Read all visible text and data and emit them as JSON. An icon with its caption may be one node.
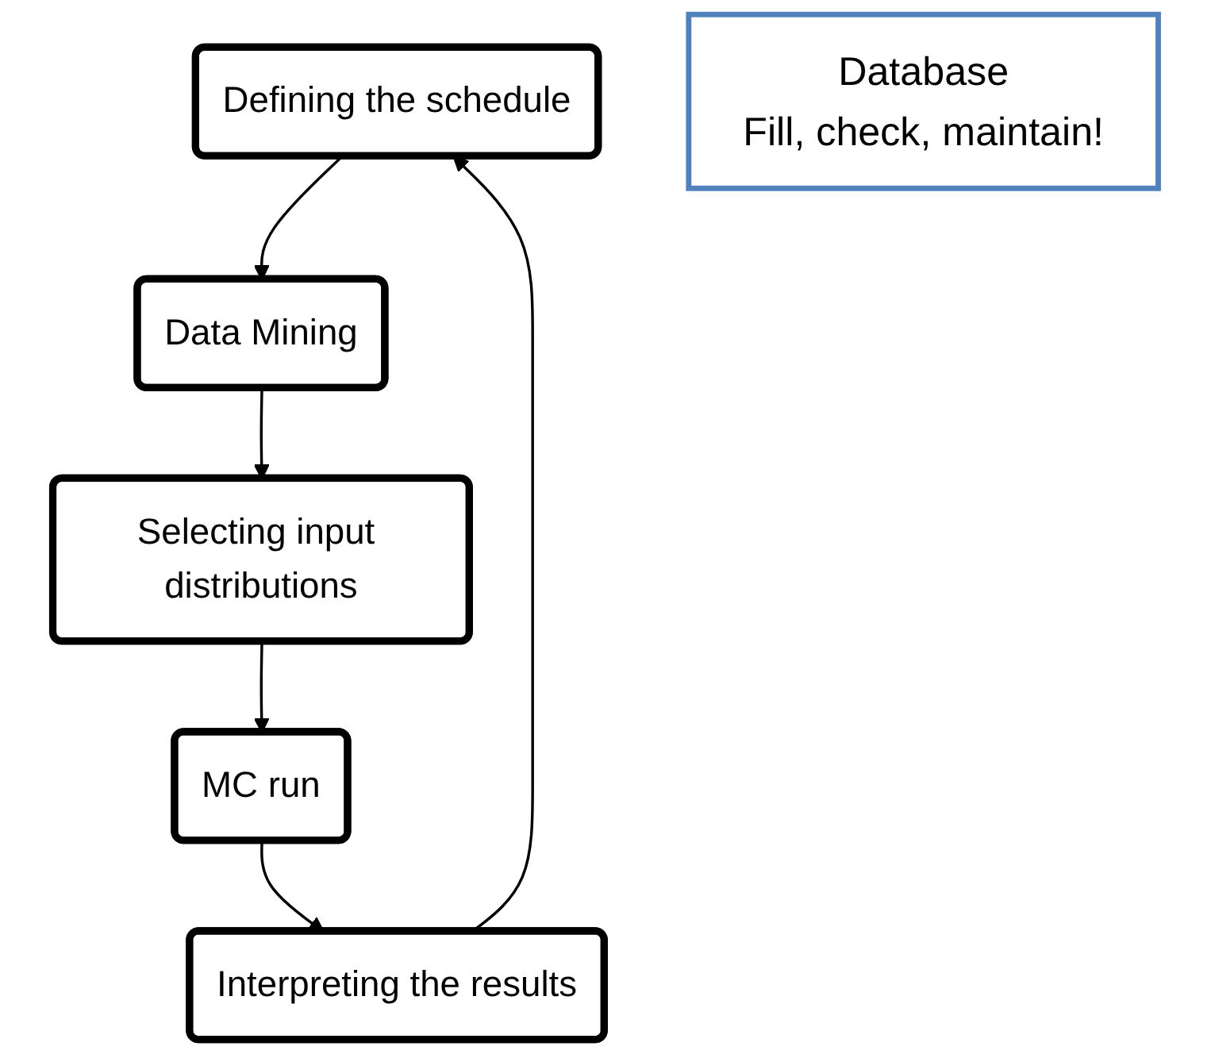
{
  "diagram": {
    "nodes": [
      {
        "text": [
          "Defining the schedule"
        ]
      },
      {
        "text": [
          "Data Mining"
        ]
      },
      {
        "text": [
          "Selecting input distributions"
        ]
      },
      {
        "text": [
          "MC run"
        ]
      },
      {
        "text": [
          "Interpreting the results"
        ]
      },
      {
        "text": [
          "Database",
          "Fill, check, maintain!"
        ]
      }
    ],
    "edges": [
      {
        "from": 0,
        "to": 1,
        "arrow": "to"
      },
      {
        "from": 1,
        "to": 2,
        "arrow": "to"
      },
      {
        "from": 2,
        "to": 3,
        "arrow": "to"
      },
      {
        "from": 3,
        "to": 4,
        "arrow": "to"
      },
      {
        "from": 4,
        "to": 0,
        "arrow": "to"
      }
    ]
  }
}
